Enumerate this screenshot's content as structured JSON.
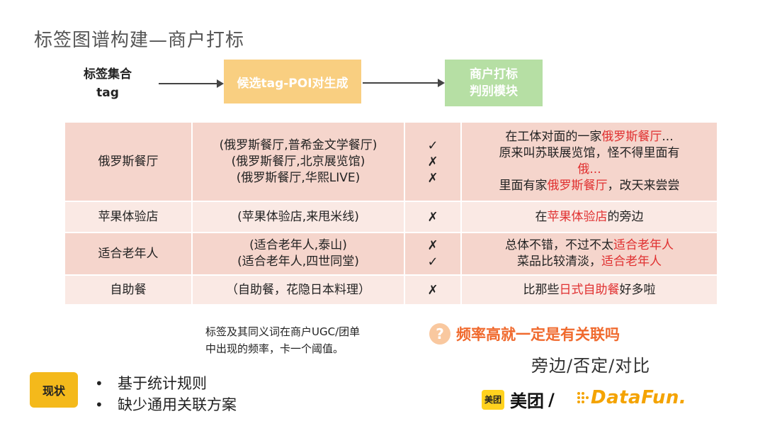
{
  "slide": {
    "title": "标签图谱构建—商户打标"
  },
  "flow": {
    "input_label_line1": "标签集合",
    "input_label_line2": "tag",
    "candidate_box": "候选tag-POI对生成",
    "judge_box_line1": "商户打标",
    "judge_box_line2": "判别模块"
  },
  "table": {
    "rows": [
      {
        "tag": "俄罗斯餐厅",
        "pairs": [
          "(俄罗斯餐厅,普希金文学餐厅)",
          "(俄罗斯餐厅,北京展览馆)",
          "(俄罗斯餐厅,华熙LIVE)"
        ],
        "marks": [
          "✓",
          "✗",
          "✗"
        ],
        "ugc": [
          {
            "pre": "在工体对面的一家",
            "hl": "俄罗斯餐厅",
            "post": "..."
          },
          {
            "pre": "原来叫苏联展览馆，怪不得里面有",
            "hl": "",
            "post": ""
          },
          {
            "pre": "",
            "hl": "俄...",
            "post": ""
          },
          {
            "pre": "里面有家",
            "hl": "俄罗斯餐厅",
            "post": "，改天来尝尝"
          }
        ]
      },
      {
        "tag": "苹果体验店",
        "pairs": [
          "(苹果体验店,来甩米线)"
        ],
        "marks": [
          "✗"
        ],
        "ugc": [
          {
            "pre": "在",
            "hl": "苹果体验店",
            "post": "的旁边"
          }
        ]
      },
      {
        "tag": "适合老年人",
        "pairs": [
          "(适合老年人,泰山)",
          "(适合老年人,四世同堂)"
        ],
        "marks": [
          "✗",
          "✓"
        ],
        "ugc": [
          {
            "pre": "总体不错，不过不太",
            "hl": "适合老年人",
            "post": ""
          },
          {
            "pre": "菜品比较清淡，",
            "hl": "适合老年人",
            "post": ""
          }
        ]
      },
      {
        "tag": "自助餐",
        "pairs": [
          "（自助餐，花隐日本料理）"
        ],
        "marks": [
          "✗"
        ],
        "ugc": [
          {
            "pre": "比那些",
            "hl": "日式自助餐",
            "post": "好多啦"
          }
        ]
      }
    ]
  },
  "note": {
    "line1": "标签及其同义词在商户UGC/团单",
    "line2": "中出现的频率，卡一个阈值。"
  },
  "question": {
    "icon": "?",
    "text": "频率高就一定是有关联吗"
  },
  "answer": "旁边/否定/对比",
  "status": {
    "badge": "现状",
    "bullets": [
      "基于统计规则",
      "缺少通用关联方案"
    ]
  },
  "logos": {
    "meituan_box": "美团",
    "meituan_text": "美团",
    "slash": "/",
    "datafun": "DataFun."
  },
  "colors": {
    "candidate_box": "#f9cf81",
    "judge_box": "#b6dfa4",
    "row_dark": "#f5d5cc",
    "row_light": "#fae9e4",
    "highlight": "#e03030",
    "question": "#f06a2e",
    "badge": "#f4b91b",
    "datafun": "#f4a300"
  }
}
